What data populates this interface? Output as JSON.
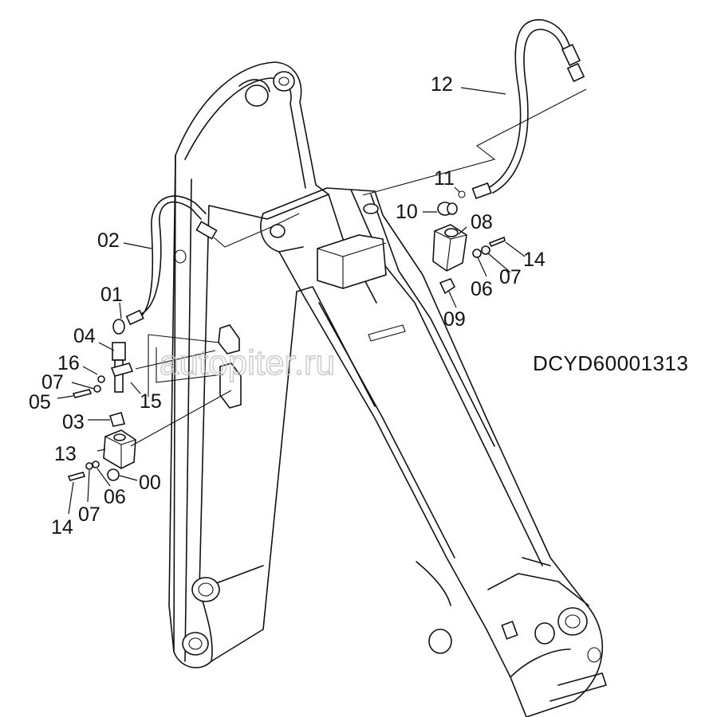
{
  "diagram": {
    "drawing_code": "DCYD60001313",
    "watermark": "autopiter.ru",
    "part_callouts": {
      "p00": "00",
      "p01": "01",
      "p02": "02",
      "p03": "03",
      "p04": "04",
      "p05": "05",
      "p06a": "06",
      "p06b": "06",
      "p07a": "07",
      "p07b": "07",
      "p07c": "07",
      "p08": "08",
      "p09": "09",
      "p10": "10",
      "p11": "11",
      "p12": "12",
      "p13": "13",
      "p14a": "14",
      "p14b": "14",
      "p15": "15",
      "p16": "16"
    }
  }
}
